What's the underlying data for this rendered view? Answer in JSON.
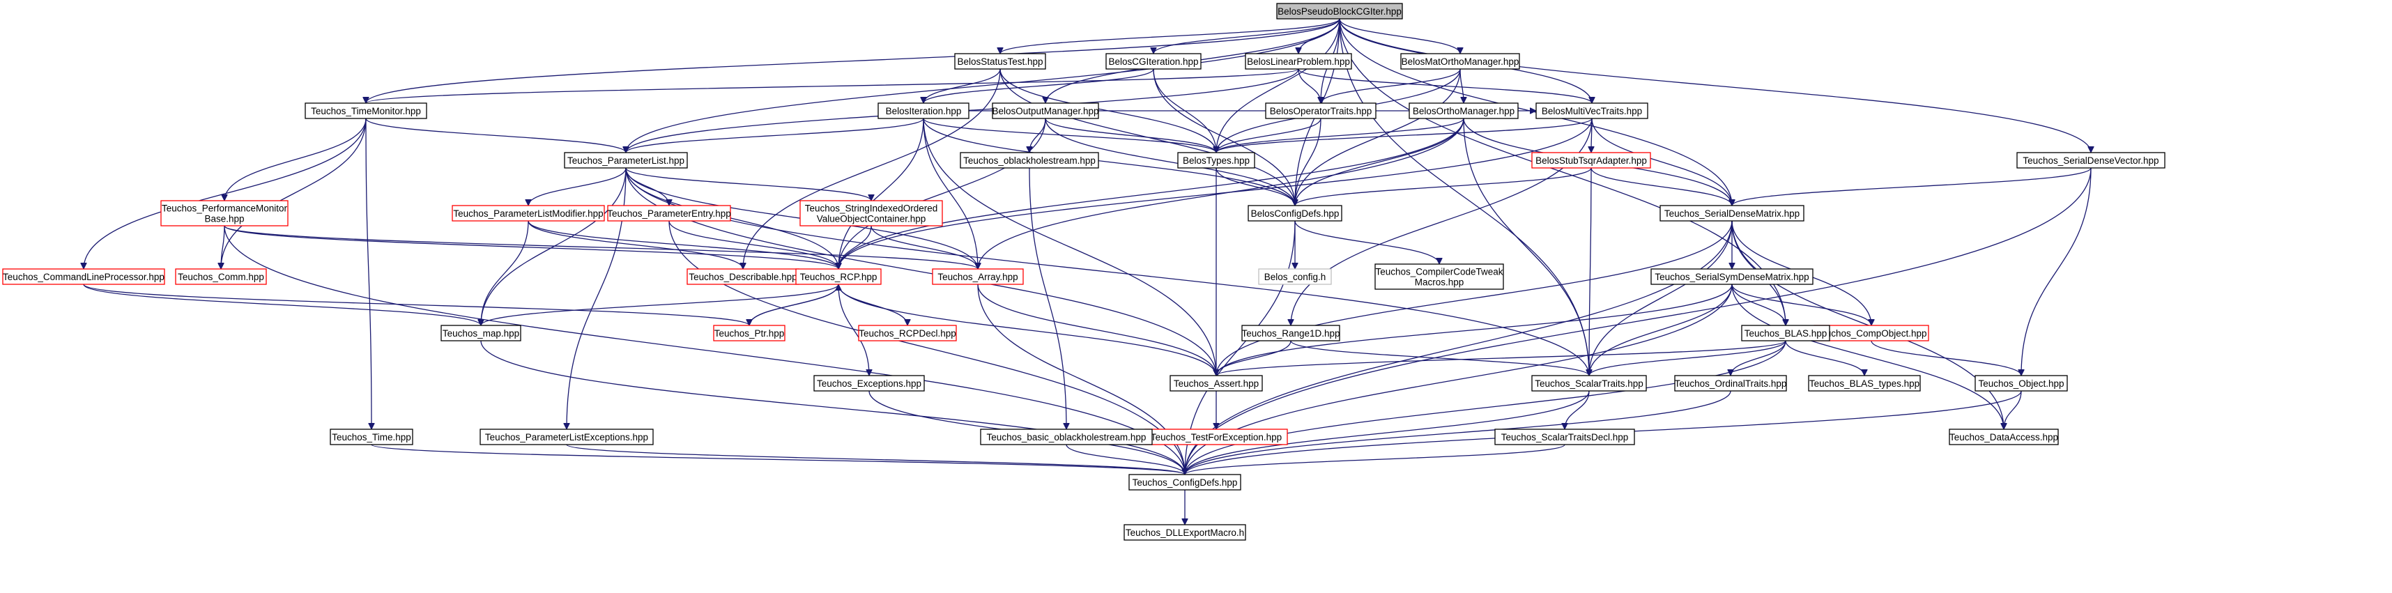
{
  "graph": {
    "nodes": [
      {
        "id": "root",
        "label": [
          "BelosPseudoBlockCGIter.hpp"
        ],
        "style": "root"
      },
      {
        "id": "statustest",
        "label": [
          "BelosStatusTest.hpp"
        ],
        "style": "black"
      },
      {
        "id": "cgiteration",
        "label": [
          "BelosCGIteration.hpp"
        ],
        "style": "black"
      },
      {
        "id": "linearproblem",
        "label": [
          "BelosLinearProblem.hpp"
        ],
        "style": "black"
      },
      {
        "id": "matortho",
        "label": [
          "BelosMatOrthoManager.hpp"
        ],
        "style": "black"
      },
      {
        "id": "timemonitor",
        "label": [
          "Teuchos_TimeMonitor.hpp"
        ],
        "style": "black"
      },
      {
        "id": "iteration",
        "label": [
          "BelosIteration.hpp"
        ],
        "style": "black"
      },
      {
        "id": "outputmanager",
        "label": [
          "BelosOutputManager.hpp"
        ],
        "style": "black"
      },
      {
        "id": "operatortraits",
        "label": [
          "BelosOperatorTraits.hpp"
        ],
        "style": "black"
      },
      {
        "id": "orthomanager",
        "label": [
          "BelosOrthoManager.hpp"
        ],
        "style": "black"
      },
      {
        "id": "multivectraits",
        "label": [
          "BelosMultiVecTraits.hpp"
        ],
        "style": "black"
      },
      {
        "id": "serialdensevector",
        "label": [
          "Teuchos_SerialDenseVector.hpp"
        ],
        "style": "black"
      },
      {
        "id": "parameterlist",
        "label": [
          "Teuchos_ParameterList.hpp"
        ],
        "style": "black"
      },
      {
        "id": "oblackholestream",
        "label": [
          "Teuchos_oblackholestream.hpp"
        ],
        "style": "black"
      },
      {
        "id": "belostypes",
        "label": [
          "BelosTypes.hpp"
        ],
        "style": "black"
      },
      {
        "id": "stubtsqr",
        "label": [
          "BelosStubTsqrAdapter.hpp"
        ],
        "style": "red"
      },
      {
        "id": "perfmonitor",
        "label": [
          "Teuchos_PerformanceMonitor",
          "Base.hpp"
        ],
        "style": "red"
      },
      {
        "id": "paramlistmodifier",
        "label": [
          "Teuchos_ParameterListModifier.hpp"
        ],
        "style": "red"
      },
      {
        "id": "paramentry",
        "label": [
          "Teuchos_ParameterEntry.hpp"
        ],
        "style": "red"
      },
      {
        "id": "stringindexed",
        "label": [
          "Teuchos_StringIndexedOrdered",
          "ValueObjectContainer.hpp"
        ],
        "style": "red"
      },
      {
        "id": "belosconfigdefs",
        "label": [
          "BelosConfigDefs.hpp"
        ],
        "style": "black"
      },
      {
        "id": "serialdensematrix",
        "label": [
          "Teuchos_SerialDenseMatrix.hpp"
        ],
        "style": "black"
      },
      {
        "id": "cmdlineprocessor",
        "label": [
          "Teuchos_CommandLineProcessor.hpp"
        ],
        "style": "red"
      },
      {
        "id": "comm",
        "label": [
          "Teuchos_Comm.hpp"
        ],
        "style": "red"
      },
      {
        "id": "describable",
        "label": [
          "Teuchos_Describable.hpp"
        ],
        "style": "red"
      },
      {
        "id": "rcp",
        "label": [
          "Teuchos_RCP.hpp"
        ],
        "style": "red"
      },
      {
        "id": "array",
        "label": [
          "Teuchos_Array.hpp"
        ],
        "style": "red"
      },
      {
        "id": "belosconfigh",
        "label": [
          "Belos_config.h"
        ],
        "style": "gray"
      },
      {
        "id": "compilercodetweak",
        "label": [
          "Teuchos_CompilerCodeTweak",
          "Macros.hpp"
        ],
        "style": "black"
      },
      {
        "id": "serialsymdense",
        "label": [
          "Teuchos_SerialSymDenseMatrix.hpp"
        ],
        "style": "black"
      },
      {
        "id": "map",
        "label": [
          "Teuchos_map.hpp"
        ],
        "style": "black"
      },
      {
        "id": "ptr",
        "label": [
          "Teuchos_Ptr.hpp"
        ],
        "style": "red"
      },
      {
        "id": "rcpdecl",
        "label": [
          "Teuchos_RCPDecl.hpp"
        ],
        "style": "red"
      },
      {
        "id": "range1d",
        "label": [
          "Teuchos_Range1D.hpp"
        ],
        "style": "black"
      },
      {
        "id": "compobject",
        "label": [
          "Teuchos_CompObject.hpp"
        ],
        "style": "red"
      },
      {
        "id": "blas",
        "label": [
          "Teuchos_BLAS.hpp"
        ],
        "style": "black"
      },
      {
        "id": "exceptions",
        "label": [
          "Teuchos_Exceptions.hpp"
        ],
        "style": "black"
      },
      {
        "id": "assert",
        "label": [
          "Teuchos_Assert.hpp"
        ],
        "style": "black"
      },
      {
        "id": "scalartraits",
        "label": [
          "Teuchos_ScalarTraits.hpp"
        ],
        "style": "black"
      },
      {
        "id": "ordinaltraits",
        "label": [
          "Teuchos_OrdinalTraits.hpp"
        ],
        "style": "black"
      },
      {
        "id": "blastypes",
        "label": [
          "Teuchos_BLAS_types.hpp"
        ],
        "style": "black"
      },
      {
        "id": "object",
        "label": [
          "Teuchos_Object.hpp"
        ],
        "style": "black"
      },
      {
        "id": "testforexception",
        "label": [
          "Teuchos_TestForException.hpp"
        ],
        "style": "red"
      },
      {
        "id": "time",
        "label": [
          "Teuchos_Time.hpp"
        ],
        "style": "black"
      },
      {
        "id": "paramlistexceptions",
        "label": [
          "Teuchos_ParameterListExceptions.hpp"
        ],
        "style": "black"
      },
      {
        "id": "basicoblackhole",
        "label": [
          "Teuchos_basic_oblackholestream.hpp"
        ],
        "style": "black"
      },
      {
        "id": "scalartraitsdecl",
        "label": [
          "Teuchos_ScalarTraitsDecl.hpp"
        ],
        "style": "black"
      },
      {
        "id": "dataaccess",
        "label": [
          "Teuchos_DataAccess.hpp"
        ],
        "style": "black"
      },
      {
        "id": "configdefs",
        "label": [
          "Teuchos_ConfigDefs.hpp"
        ],
        "style": "black"
      },
      {
        "id": "dllexport",
        "label": [
          "Teuchos_DLLExportMacro.h"
        ],
        "style": "black"
      }
    ],
    "edges": [
      [
        "root",
        "statustest"
      ],
      [
        "root",
        "cgiteration"
      ],
      [
        "root",
        "linearproblem"
      ],
      [
        "root",
        "matortho"
      ],
      [
        "root",
        "timemonitor"
      ],
      [
        "root",
        "parameterlist"
      ],
      [
        "root",
        "outputmanager"
      ],
      [
        "root",
        "operatortraits"
      ],
      [
        "root",
        "multivectraits"
      ],
      [
        "root",
        "belostypes"
      ],
      [
        "root",
        "belosconfigdefs"
      ],
      [
        "root",
        "serialdensematrix"
      ],
      [
        "root",
        "serialdensevector"
      ],
      [
        "root",
        "blas"
      ],
      [
        "root",
        "scalartraits"
      ],
      [
        "statustest",
        "iteration"
      ],
      [
        "statustest",
        "belostypes"
      ],
      [
        "statustest",
        "belosconfigdefs"
      ],
      [
        "statustest",
        "describable"
      ],
      [
        "cgiteration",
        "iteration"
      ],
      [
        "cgiteration",
        "belostypes"
      ],
      [
        "cgiteration",
        "belosconfigdefs"
      ],
      [
        "linearproblem",
        "operatortraits"
      ],
      [
        "linearproblem",
        "multivectraits"
      ],
      [
        "linearproblem",
        "parameterlist"
      ],
      [
        "linearproblem",
        "timemonitor"
      ],
      [
        "matortho",
        "orthomanager"
      ],
      [
        "matortho",
        "operatortraits"
      ],
      [
        "matortho",
        "belostypes"
      ],
      [
        "matortho",
        "belosconfigdefs"
      ],
      [
        "timemonitor",
        "parameterlist"
      ],
      [
        "timemonitor",
        "perfmonitor"
      ],
      [
        "timemonitor",
        "comm"
      ],
      [
        "timemonitor",
        "cmdlineprocessor"
      ],
      [
        "timemonitor",
        "time"
      ],
      [
        "iteration",
        "parameterlist"
      ],
      [
        "iteration",
        "belostypes"
      ],
      [
        "iteration",
        "belosconfigdefs"
      ],
      [
        "iteration",
        "multivectraits"
      ],
      [
        "iteration",
        "rcp"
      ],
      [
        "iteration",
        "array"
      ],
      [
        "iteration",
        "assert"
      ],
      [
        "outputmanager",
        "belostypes"
      ],
      [
        "outputmanager",
        "oblackholestream"
      ],
      [
        "outputmanager",
        "belosconfigdefs"
      ],
      [
        "outputmanager",
        "rcp"
      ],
      [
        "operatortraits",
        "belostypes"
      ],
      [
        "operatortraits",
        "belosconfigdefs"
      ],
      [
        "orthomanager",
        "belostypes"
      ],
      [
        "orthomanager",
        "belosconfigdefs"
      ],
      [
        "orthomanager",
        "serialdensematrix"
      ],
      [
        "orthomanager",
        "rcp"
      ],
      [
        "orthomanager",
        "array"
      ],
      [
        "orthomanager",
        "scalartraits"
      ],
      [
        "multivectraits",
        "belostypes"
      ],
      [
        "multivectraits",
        "stubtsqr"
      ],
      [
        "multivectraits",
        "serialdensematrix"
      ],
      [
        "multivectraits",
        "range1d"
      ],
      [
        "multivectraits",
        "rcp"
      ],
      [
        "serialdensevector",
        "serialdensematrix"
      ],
      [
        "serialdensevector",
        "object"
      ],
      [
        "serialdensevector",
        "configdefs"
      ],
      [
        "parameterlist",
        "paramlistmodifier"
      ],
      [
        "parameterlist",
        "paramentry"
      ],
      [
        "parameterlist",
        "stringindexed"
      ],
      [
        "parameterlist",
        "rcp"
      ],
      [
        "parameterlist",
        "array"
      ],
      [
        "parameterlist",
        "map"
      ],
      [
        "parameterlist",
        "assert"
      ],
      [
        "parameterlist",
        "paramlistexceptions"
      ],
      [
        "parameterlist",
        "scalartraits"
      ],
      [
        "oblackholestream",
        "basicoblackhole"
      ],
      [
        "belostypes",
        "belosconfigdefs"
      ],
      [
        "belostypes",
        "assert"
      ],
      [
        "stubtsqr",
        "serialdensematrix"
      ],
      [
        "stubtsqr",
        "belosconfigdefs"
      ],
      [
        "stubtsqr",
        "scalartraits"
      ],
      [
        "perfmonitor",
        "comm"
      ],
      [
        "perfmonitor",
        "rcp"
      ],
      [
        "perfmonitor",
        "array"
      ],
      [
        "perfmonitor",
        "configdefs"
      ],
      [
        "paramlistmodifier",
        "describable"
      ],
      [
        "paramlistmodifier",
        "map"
      ],
      [
        "paramlistmodifier",
        "rcp"
      ],
      [
        "paramentry",
        "rcp"
      ],
      [
        "paramentry",
        "configdefs"
      ],
      [
        "stringindexed",
        "array"
      ],
      [
        "stringindexed",
        "rcp"
      ],
      [
        "belosconfigdefs",
        "belosconfigh"
      ],
      [
        "belosconfigdefs",
        "compilercodetweak"
      ],
      [
        "belosconfigdefs",
        "configdefs"
      ],
      [
        "serialdensematrix",
        "serialsymdense"
      ],
      [
        "serialdensematrix",
        "compobject"
      ],
      [
        "serialdensematrix",
        "blas"
      ],
      [
        "serialdensematrix",
        "assert"
      ],
      [
        "serialdensematrix",
        "scalartraits"
      ],
      [
        "serialdensematrix",
        "dataaccess"
      ],
      [
        "serialdensematrix",
        "configdefs"
      ],
      [
        "cmdlineprocessor",
        "map"
      ],
      [
        "cmdlineprocessor",
        "ptr"
      ],
      [
        "rcp",
        "ptr"
      ],
      [
        "rcp",
        "rcpdecl"
      ],
      [
        "rcp",
        "exceptions"
      ],
      [
        "rcp",
        "assert"
      ],
      [
        "rcp",
        "map"
      ],
      [
        "ptr",
        "rcp"
      ],
      [
        "array",
        "assert"
      ],
      [
        "array",
        "configdefs"
      ],
      [
        "serialsymdense",
        "compobject"
      ],
      [
        "serialsymdense",
        "blas"
      ],
      [
        "serialsymdense",
        "assert"
      ],
      [
        "serialsymdense",
        "scalartraits"
      ],
      [
        "serialsymdense",
        "dataaccess"
      ],
      [
        "serialsymdense",
        "configdefs"
      ],
      [
        "map",
        "configdefs"
      ],
      [
        "range1d",
        "assert"
      ],
      [
        "range1d",
        "scalartraits"
      ],
      [
        "compobject",
        "object"
      ],
      [
        "blas",
        "ordinaltraits"
      ],
      [
        "blas",
        "blastypes"
      ],
      [
        "blas",
        "assert"
      ],
      [
        "blas",
        "scalartraits"
      ],
      [
        "blas",
        "configdefs"
      ],
      [
        "exceptions",
        "configdefs"
      ],
      [
        "assert",
        "testforexception"
      ],
      [
        "scalartraits",
        "scalartraitsdecl"
      ],
      [
        "scalartraits",
        "configdefs"
      ],
      [
        "ordinaltraits",
        "configdefs"
      ],
      [
        "object",
        "dataaccess"
      ],
      [
        "object",
        "configdefs"
      ],
      [
        "time",
        "configdefs"
      ],
      [
        "paramlistexceptions",
        "configdefs"
      ],
      [
        "basicoblackhole",
        "configdefs"
      ],
      [
        "scalartraitsdecl",
        "configdefs"
      ],
      [
        "configdefs",
        "dllexport"
      ]
    ]
  }
}
